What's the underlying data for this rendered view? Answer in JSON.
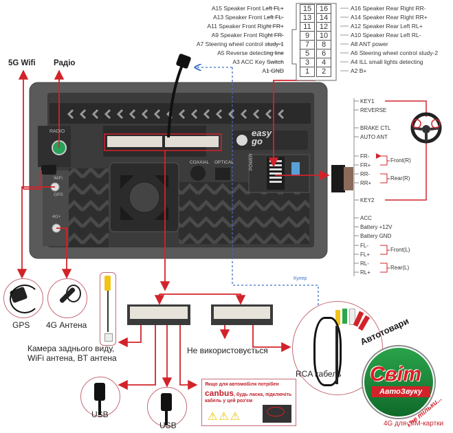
{
  "connector_pins": {
    "left_labels": [
      {
        "pin": "15",
        "label": "A15 Speaker Front Left FL+"
      },
      {
        "pin": "13",
        "label": "A13 Speaker Front Left FL-"
      },
      {
        "pin": "11",
        "label": "A11 Speaker Front Right FR+"
      },
      {
        "pin": "9",
        "label": "A9 Speaker Front Right FR-"
      },
      {
        "pin": "7",
        "label": "A7 Steering wheel control study-1"
      },
      {
        "pin": "5",
        "label": "A5 Reverse detecting line"
      },
      {
        "pin": "3",
        "label": "A3 ACC Key Switch"
      },
      {
        "pin": "1",
        "label": "A1 GND"
      }
    ],
    "right_labels": [
      {
        "pin": "16",
        "label": "A16 Speaker Rear Right RR-"
      },
      {
        "pin": "14",
        "label": "A14 Speaker Rear Right RR+"
      },
      {
        "pin": "12",
        "label": "A12 Speaker Rear Left RL+"
      },
      {
        "pin": "10",
        "label": "A10 Speaker Rear Left RL-"
      },
      {
        "pin": "8",
        "label": "A8 ANT power"
      },
      {
        "pin": "6",
        "label": "A6 Steering wheel control study-2"
      },
      {
        "pin": "4",
        "label": "A4 ILL small lights detecting"
      },
      {
        "pin": "2",
        "label": "A2 B+"
      }
    ]
  },
  "top_labels": {
    "wifi": "5G Wifi",
    "radio": "Радіо"
  },
  "unit": {
    "radio_label": "RADIO",
    "wifi_label": "WiFi",
    "gps_label": "GPS",
    "lte_label": "4G+",
    "coaxial_label": "COAXIAL",
    "optical_label": "OPTICAL",
    "power_label": "POWER",
    "brand_top": "easy",
    "brand_bottom": "go"
  },
  "harness_right": {
    "group1": [
      "KEY1",
      "REVERSE",
      "BRAKE CTL",
      "AUTO ANT"
    ],
    "front_r": [
      "FR-",
      "FR+"
    ],
    "front_r_label": "Front(R)",
    "rear_r": [
      "RR-",
      "RR+"
    ],
    "rear_r_label": "Rear(R)",
    "key2": "KEY2",
    "group2": [
      "ACC",
      "Battery +12V",
      "Battery GND"
    ],
    "front_l": [
      "FL-",
      "FL+"
    ],
    "front_l_label": "Front(L)",
    "rear_l": [
      "RL-",
      "RL+"
    ],
    "rear_l_label": "Rear(L)"
  },
  "accessories": {
    "gps": "GPS",
    "lte_antenna": "4G Антена",
    "camera_line1": "Камера заднього виду,",
    "camera_line2": "WiFi антена, BT антена",
    "not_used": "Не використовується",
    "usb1": "USB",
    "usb2": "USB",
    "rca": "RCA кабель",
    "cooler": "Кулер",
    "sim": "4G для SIM-картки"
  },
  "canbus_note": {
    "line1": "Якщо для автомобіля потрібен",
    "canbus": "canbus",
    "line2": ", будь ласка, підключіть",
    "line3": "кабель у цей роз'єм"
  },
  "watermark": {
    "arc_text": "Автотовари",
    "main": "Світ",
    "sub": "АвтоЗвуку",
    "tail": "і не тільки..."
  },
  "colors": {
    "accent_red": "#d2232a",
    "dash_blue": "#3a6fc4",
    "unit_gray": "#3b3b3b",
    "logo_green": "#1f8a3c"
  }
}
